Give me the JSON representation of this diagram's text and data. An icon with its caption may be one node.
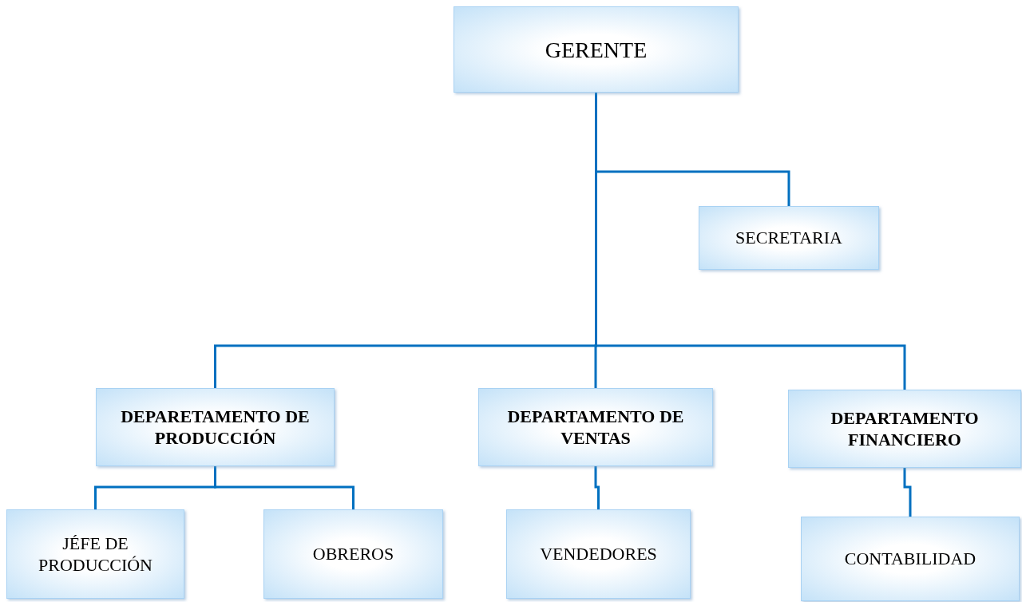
{
  "diagram": {
    "nodes": [
      {
        "text": [
          "GERENTE"
        ]
      },
      {
        "text": [
          "SECRETARIA"
        ]
      },
      {
        "text": [
          "DEPARETAMENTO DE PRODUCCIÓN"
        ]
      },
      {
        "text": [
          "DEPARTAMENTO DE VENTAS"
        ]
      },
      {
        "text": [
          "DEPARTAMENTO FINANCIERO"
        ]
      },
      {
        "text": [
          "JÉFE DE PRODUCCIÓN"
        ]
      },
      {
        "text": [
          "OBREROS"
        ]
      },
      {
        "text": [
          "VENDEDORES"
        ]
      },
      {
        "text": [
          "CONTABILIDAD"
        ]
      }
    ],
    "edges": [
      {
        "from": 0,
        "to": 1,
        "arrow": "none"
      },
      {
        "from": 0,
        "to": 2,
        "arrow": "none"
      },
      {
        "from": 0,
        "to": 3,
        "arrow": "none"
      },
      {
        "from": 0,
        "to": 4,
        "arrow": "none"
      },
      {
        "from": 2,
        "to": 5,
        "arrow": "none"
      },
      {
        "from": 2,
        "to": 6,
        "arrow": "none"
      },
      {
        "from": 3,
        "to": 7,
        "arrow": "none"
      },
      {
        "from": 4,
        "to": 8,
        "arrow": "none"
      }
    ]
  }
}
